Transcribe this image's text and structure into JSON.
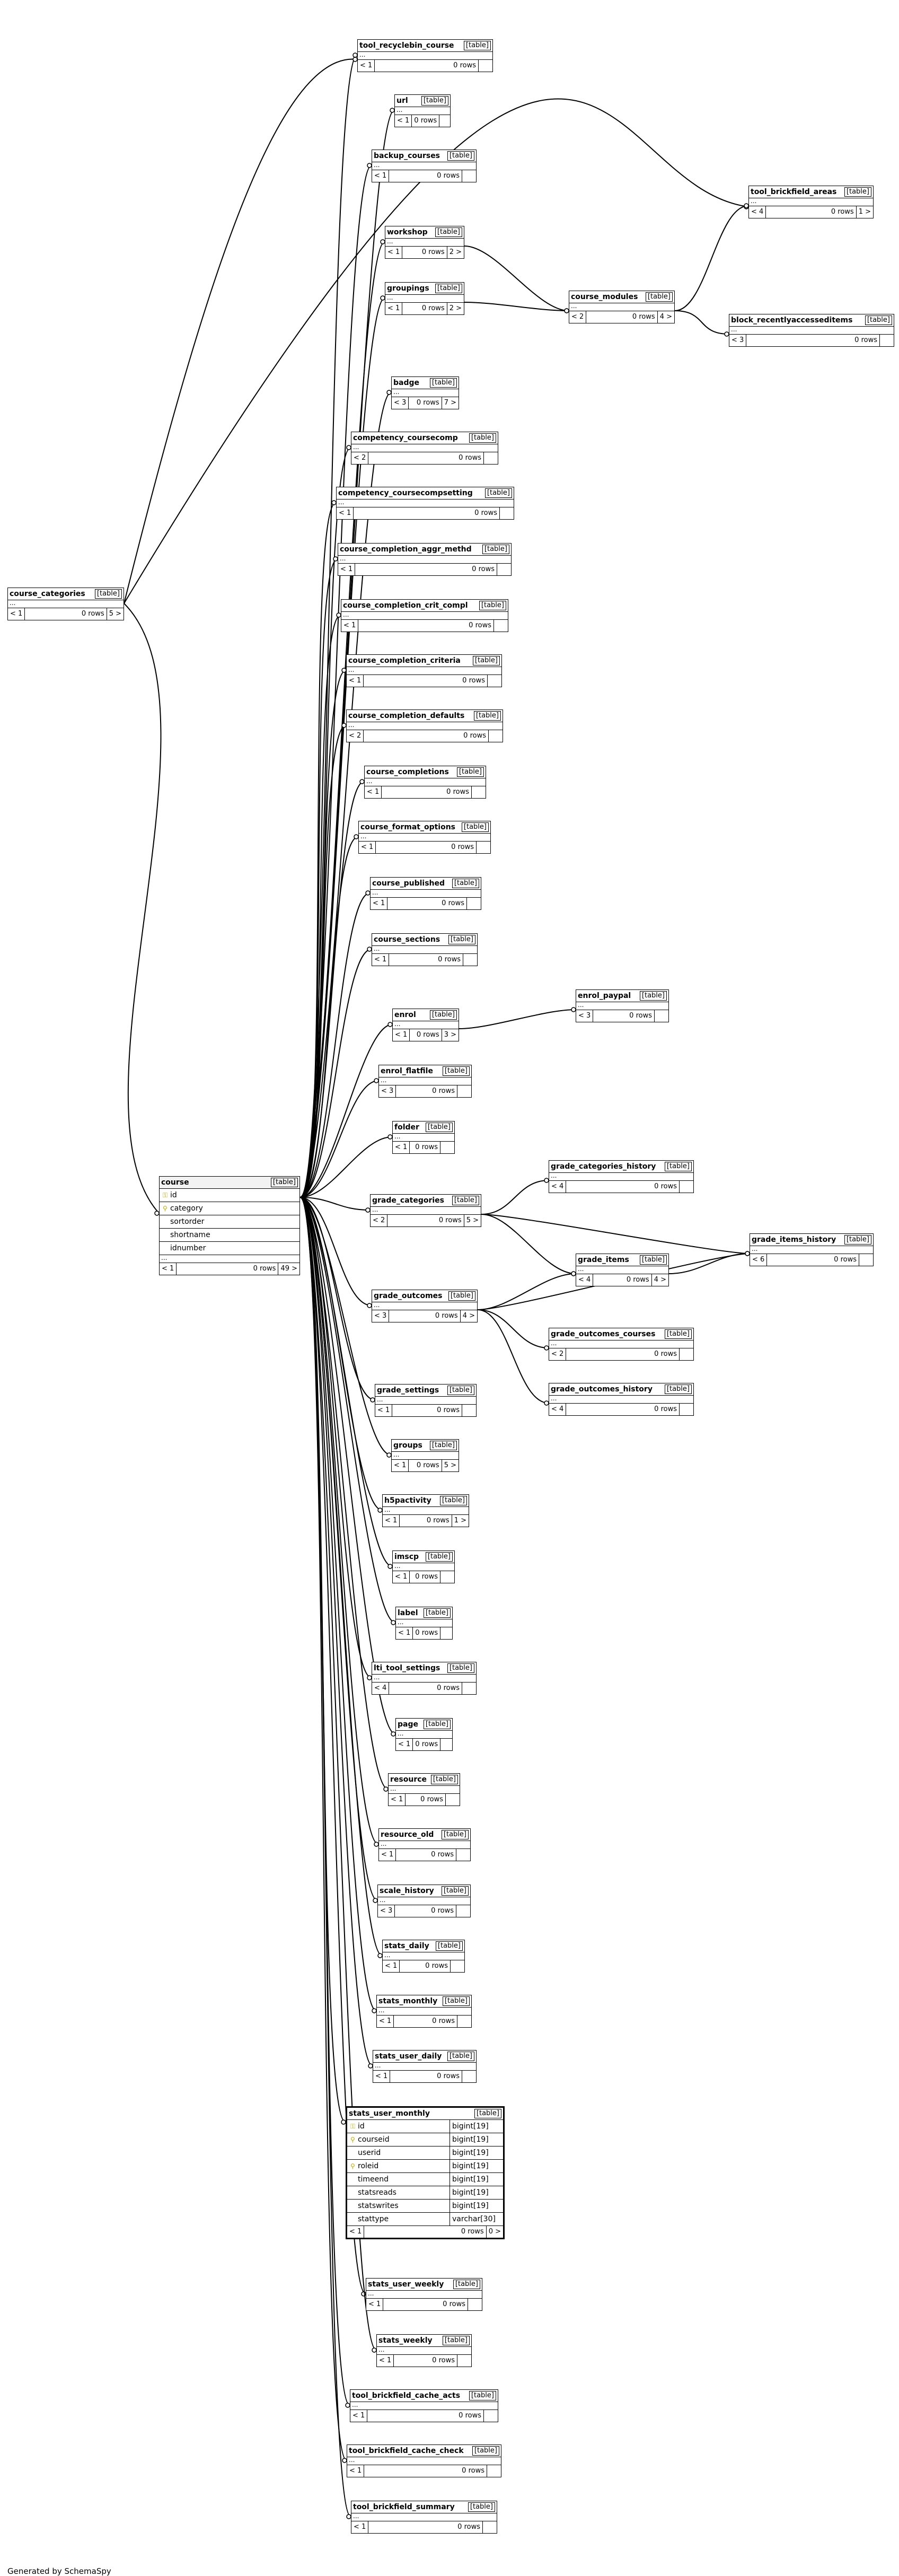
{
  "footer": "Generated by SchemaSpy",
  "kind_label": "[table]",
  "rows_label": "0 rows",
  "tables": [
    {
      "name": "tool_recyclebin_course",
      "parents": "< 1",
      "children": ""
    },
    {
      "name": "url",
      "parents": "< 1",
      "children": ""
    },
    {
      "name": "backup_courses",
      "parents": "< 1",
      "children": ""
    },
    {
      "name": "tool_brickfield_areas",
      "parents": "< 4",
      "children": "1 >"
    },
    {
      "name": "workshop",
      "parents": "< 1",
      "children": "2 >"
    },
    {
      "name": "groupings",
      "parents": "< 1",
      "children": "2 >"
    },
    {
      "name": "course_modules",
      "parents": "< 2",
      "children": "4 >"
    },
    {
      "name": "block_recentlyaccesseditems",
      "parents": "< 3",
      "children": ""
    },
    {
      "name": "badge",
      "parents": "< 3",
      "children": "7 >"
    },
    {
      "name": "competency_coursecomp",
      "parents": "< 2",
      "children": ""
    },
    {
      "name": "competency_coursecompsetting",
      "parents": "< 1",
      "children": ""
    },
    {
      "name": "course_categories",
      "parents": "< 1",
      "children": "5 >"
    },
    {
      "name": "course_completion_aggr_methd",
      "parents": "< 1",
      "children": ""
    },
    {
      "name": "course_completion_crit_compl",
      "parents": "< 1",
      "children": ""
    },
    {
      "name": "course_completion_criteria",
      "parents": "< 1",
      "children": ""
    },
    {
      "name": "course_completion_defaults",
      "parents": "< 2",
      "children": ""
    },
    {
      "name": "course_completions",
      "parents": "< 1",
      "children": ""
    },
    {
      "name": "course_format_options",
      "parents": "< 1",
      "children": ""
    },
    {
      "name": "course_published",
      "parents": "< 1",
      "children": ""
    },
    {
      "name": "course_sections",
      "parents": "< 1",
      "children": ""
    },
    {
      "name": "enrol_paypal",
      "parents": "< 3",
      "children": ""
    },
    {
      "name": "enrol",
      "parents": "< 1",
      "children": "3 >"
    },
    {
      "name": "enrol_flatfile",
      "parents": "< 3",
      "children": ""
    },
    {
      "name": "folder",
      "parents": "< 1",
      "children": ""
    },
    {
      "name": "grade_categories_history",
      "parents": "< 4",
      "children": ""
    },
    {
      "name": "grade_categories",
      "parents": "< 2",
      "children": "5 >"
    },
    {
      "name": "grade_items_history",
      "parents": "< 6",
      "children": ""
    },
    {
      "name": "grade_items",
      "parents": "< 4",
      "children": "4 >"
    },
    {
      "name": "grade_outcomes",
      "parents": "< 3",
      "children": "4 >"
    },
    {
      "name": "grade_outcomes_courses",
      "parents": "< 2",
      "children": ""
    },
    {
      "name": "grade_outcomes_history",
      "parents": "< 4",
      "children": ""
    },
    {
      "name": "grade_settings",
      "parents": "< 1",
      "children": ""
    },
    {
      "name": "groups",
      "parents": "< 1",
      "children": "5 >"
    },
    {
      "name": "h5pactivity",
      "parents": "< 1",
      "children": "1 >"
    },
    {
      "name": "imscp",
      "parents": "< 1",
      "children": ""
    },
    {
      "name": "label",
      "parents": "< 1",
      "children": ""
    },
    {
      "name": "lti_tool_settings",
      "parents": "< 4",
      "children": ""
    },
    {
      "name": "page",
      "parents": "< 1",
      "children": ""
    },
    {
      "name": "resource",
      "parents": "< 1",
      "children": ""
    },
    {
      "name": "resource_old",
      "parents": "< 1",
      "children": ""
    },
    {
      "name": "scale_history",
      "parents": "< 3",
      "children": ""
    },
    {
      "name": "stats_daily",
      "parents": "< 1",
      "children": ""
    },
    {
      "name": "stats_monthly",
      "parents": "< 1",
      "children": ""
    },
    {
      "name": "stats_user_daily",
      "parents": "< 1",
      "children": ""
    },
    {
      "name": "stats_user_weekly",
      "parents": "< 1",
      "children": ""
    },
    {
      "name": "stats_weekly",
      "parents": "< 1",
      "children": ""
    },
    {
      "name": "tool_brickfield_cache_acts",
      "parents": "< 1",
      "children": ""
    },
    {
      "name": "tool_brickfield_cache_check",
      "parents": "< 1",
      "children": ""
    },
    {
      "name": "tool_brickfield_summary",
      "parents": "< 1",
      "children": ""
    }
  ],
  "course": {
    "name": "course",
    "columns": [
      {
        "name": "id",
        "key": "pk"
      },
      {
        "name": "category",
        "key": "fk"
      },
      {
        "name": "sortorder",
        "key": ""
      },
      {
        "name": "shortname",
        "key": ""
      },
      {
        "name": "idnumber",
        "key": ""
      }
    ],
    "parents": "< 1",
    "children": "49 >"
  },
  "stats_user_monthly": {
    "name": "stats_user_monthly",
    "columns": [
      {
        "name": "id",
        "type": "bigint[19]",
        "key": "pk"
      },
      {
        "name": "courseid",
        "type": "bigint[19]",
        "key": "fk"
      },
      {
        "name": "userid",
        "type": "bigint[19]",
        "key": ""
      },
      {
        "name": "roleid",
        "type": "bigint[19]",
        "key": "fk"
      },
      {
        "name": "timeend",
        "type": "bigint[19]",
        "key": ""
      },
      {
        "name": "statsreads",
        "type": "bigint[19]",
        "key": ""
      },
      {
        "name": "statswrites",
        "type": "bigint[19]",
        "key": ""
      },
      {
        "name": "stattype",
        "type": "varchar[30]",
        "key": ""
      }
    ],
    "parents": "< 1",
    "children": "0 >"
  }
}
